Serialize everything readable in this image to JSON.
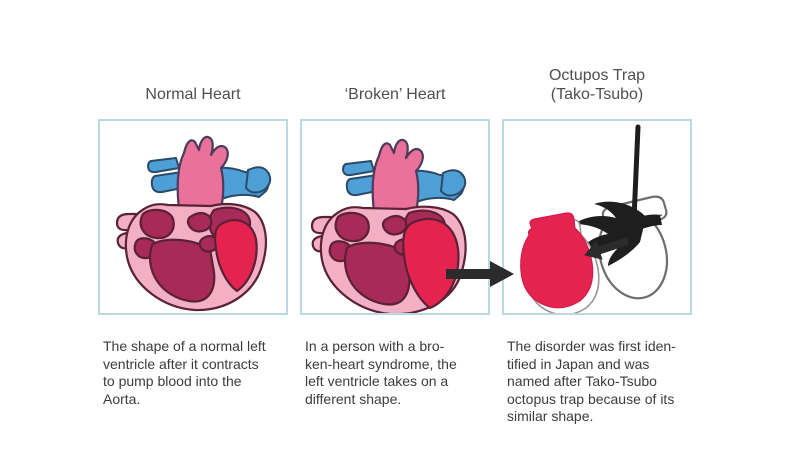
{
  "figure": {
    "background": "#ffffff",
    "panels": [
      {
        "title": "Normal Heart",
        "caption": "The shape of a normal left\nventricle after it contracts\nto pump blood into the\nAorta.",
        "illustration": "normal-heart"
      },
      {
        "title": "‘Broken’ Heart",
        "caption": "In a person with a bro-\nken-heart syndrome, the\nleft ventricle takes on a\ndifferent shape.",
        "illustration": "broken-heart"
      },
      {
        "title": "Octupos Trap\n(Tako-Tsubo)",
        "caption": "The disorder was first iden-\ntified in Japan and was\nnamed after Tako-Tsubo\noctopus trap because of its\nsimilar shape.",
        "illustration": "tako-tsubo-octopus-trap"
      }
    ],
    "colors": {
      "panel_border": "#b9d8e1",
      "title_text": "#4f4f4f",
      "caption_text": "#3c3c3c",
      "aorta_pink": "#e9719a",
      "artery_blue": "#4f9fd7",
      "chamber_maroon": "#a82a57",
      "heart_wall_pink": "#f3b0c4",
      "ventricle_red": "#e5234f",
      "outline_maroon": "#5a2137",
      "ink_black": "#1e1e1e",
      "arrow_dark": "#2b2b2b",
      "trap_outline_gray": "#6e6e6e"
    }
  }
}
